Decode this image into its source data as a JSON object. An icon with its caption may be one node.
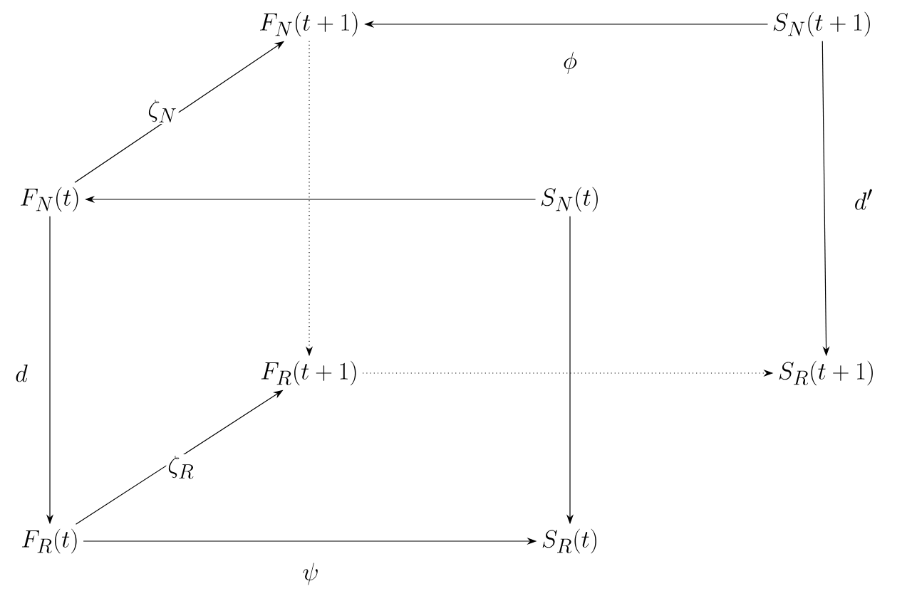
{
  "diagram": {
    "nodes": [
      {
        "text": [
          "F_N(t+1)"
        ]
      },
      {
        "text": [
          "S_N(t+1)"
        ]
      },
      {
        "text": [
          "F_N(t)"
        ]
      },
      {
        "text": [
          "S_N(t)"
        ]
      },
      {
        "text": [
          "F_R(t+1)"
        ]
      },
      {
        "text": [
          "S_R(t+1)"
        ]
      },
      {
        "text": [
          "F_R(t)"
        ]
      },
      {
        "text": [
          "S_R(t)"
        ]
      }
    ],
    "edges": [
      {
        "from": 1,
        "to": 0,
        "arrow": "to",
        "label": "\\phi"
      },
      {
        "from": 2,
        "to": 0,
        "arrow": "to",
        "label": "\\zeta_N"
      },
      {
        "from": 3,
        "to": 2,
        "arrow": "to"
      },
      {
        "from": 1,
        "to": 5,
        "arrow": "to",
        "label": "d'"
      },
      {
        "from": 0,
        "to": 4,
        "arrow": "to",
        "style": "dashed"
      },
      {
        "from": 2,
        "to": 6,
        "arrow": "to",
        "label": "d"
      },
      {
        "from": 4,
        "to": 5,
        "arrow": "to",
        "style": "dashed"
      },
      {
        "from": 3,
        "to": 7,
        "arrow": "to"
      },
      {
        "from": 6,
        "to": 4,
        "arrow": "to",
        "label": "\\zeta_R"
      },
      {
        "from": 6,
        "to": 7,
        "arrow": "to",
        "label": "\\psi"
      }
    ]
  }
}
